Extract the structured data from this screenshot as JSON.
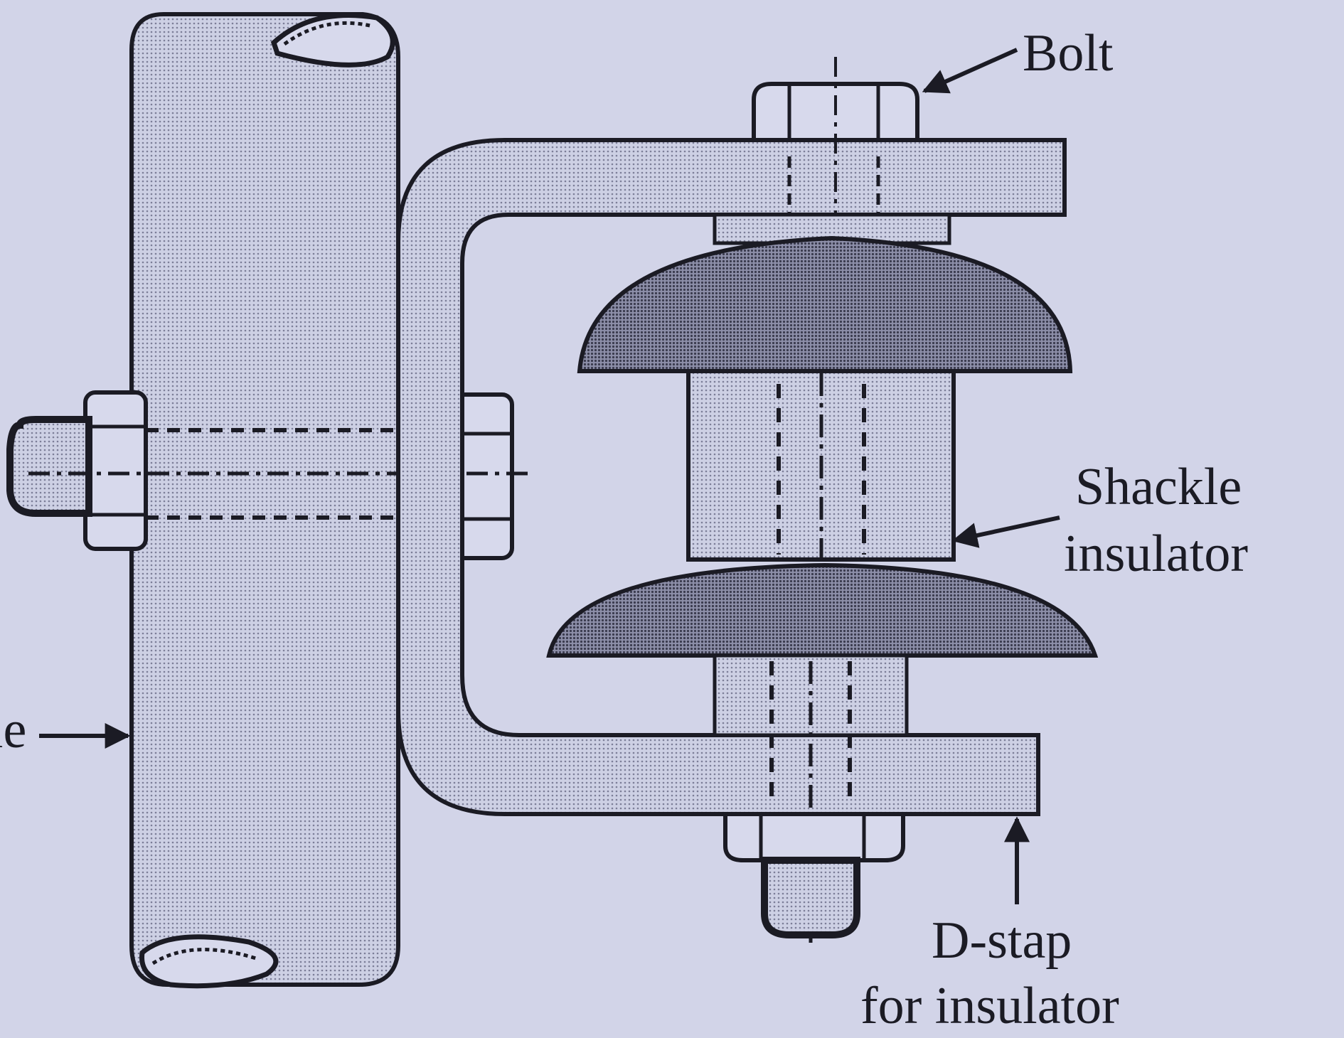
{
  "labels": {
    "bolt": "Bolt",
    "shackle_line1": "Shackle",
    "shackle_line2": "insulator",
    "pole_partial": "le",
    "dstrap_line1": "D-stap",
    "dstrap_line2": "for insulator"
  },
  "colors": {
    "background": "#d2d4e8",
    "stroke": "#1b1b24",
    "light_fill": "#c9cbe0",
    "dark_fill": "#6c6d86"
  }
}
